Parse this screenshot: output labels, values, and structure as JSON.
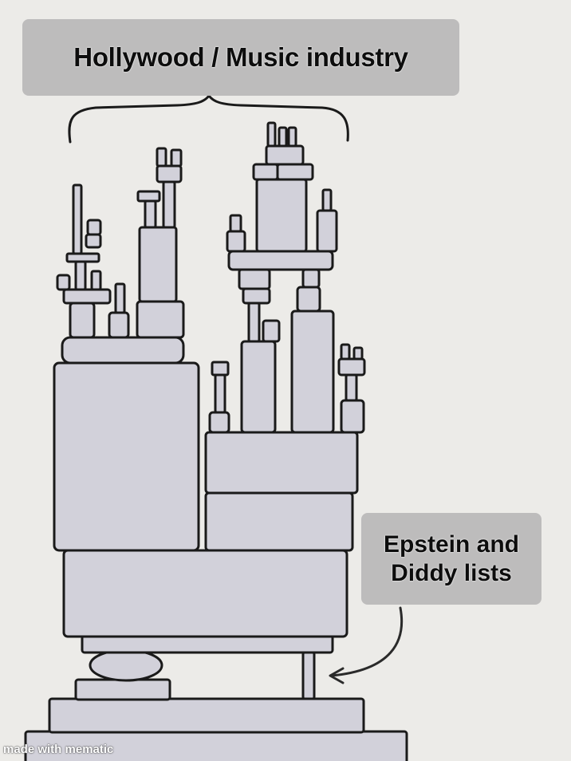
{
  "meme": {
    "title": "Hollywood / Music industry",
    "annotation": "Epstein and Diddy lists",
    "watermark": "made with mematic"
  },
  "colors": {
    "background": "#ecebe8",
    "block_fill": "#d2d1da",
    "outline": "#1a1a1a",
    "label_box": "#bdbcbc"
  }
}
